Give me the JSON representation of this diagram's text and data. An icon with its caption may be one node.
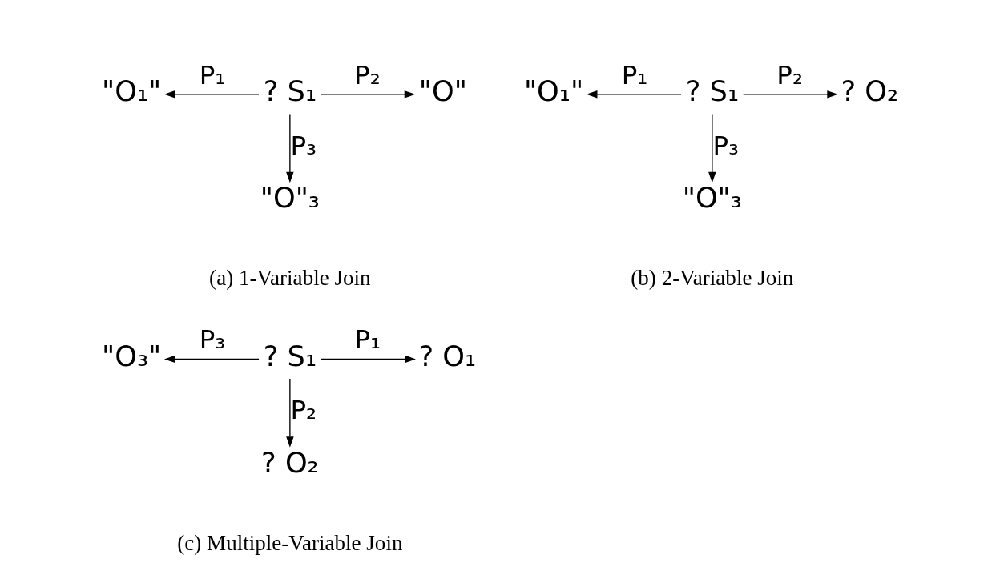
{
  "diagram": {
    "nodes": [
      {
        "text": [
          "\"O₁\""
        ]
      },
      {
        "text": [
          "? S₁"
        ]
      },
      {
        "text": [
          "\"O\""
        ]
      },
      {
        "text": [
          "\"O\"₃"
        ]
      },
      {
        "text": [
          "\"O₁\""
        ]
      },
      {
        "text": [
          "? S₁"
        ]
      },
      {
        "text": [
          "? O₂"
        ]
      },
      {
        "text": [
          "\"O\"₃"
        ]
      },
      {
        "text": [
          "\"O₃\""
        ]
      },
      {
        "text": [
          "? S₁"
        ]
      },
      {
        "text": [
          "? O₁"
        ]
      },
      {
        "text": [
          "? O₂"
        ]
      }
    ],
    "edges": [
      {
        "from": 1,
        "to": 0,
        "arrow": "to",
        "label": "P₁"
      },
      {
        "from": 1,
        "to": 2,
        "arrow": "to",
        "label": "P₂"
      },
      {
        "from": 1,
        "to": 3,
        "arrow": "to",
        "label": "P₃"
      },
      {
        "from": 5,
        "to": 4,
        "arrow": "to",
        "label": "P₁"
      },
      {
        "from": 5,
        "to": 6,
        "arrow": "to",
        "label": "P₂"
      },
      {
        "from": 5,
        "to": 7,
        "arrow": "to",
        "label": "P₃"
      },
      {
        "from": 9,
        "to": 8,
        "arrow": "to",
        "label": "P₃"
      },
      {
        "from": 9,
        "to": 10,
        "arrow": "to",
        "label": "P₁"
      },
      {
        "from": 9,
        "to": 11,
        "arrow": "to",
        "label": "P₂"
      }
    ],
    "labels": [
      "(a) 1-Variable Join",
      "(b) 2-Variable Join",
      "(c) Multiple-Variable Join"
    ]
  }
}
